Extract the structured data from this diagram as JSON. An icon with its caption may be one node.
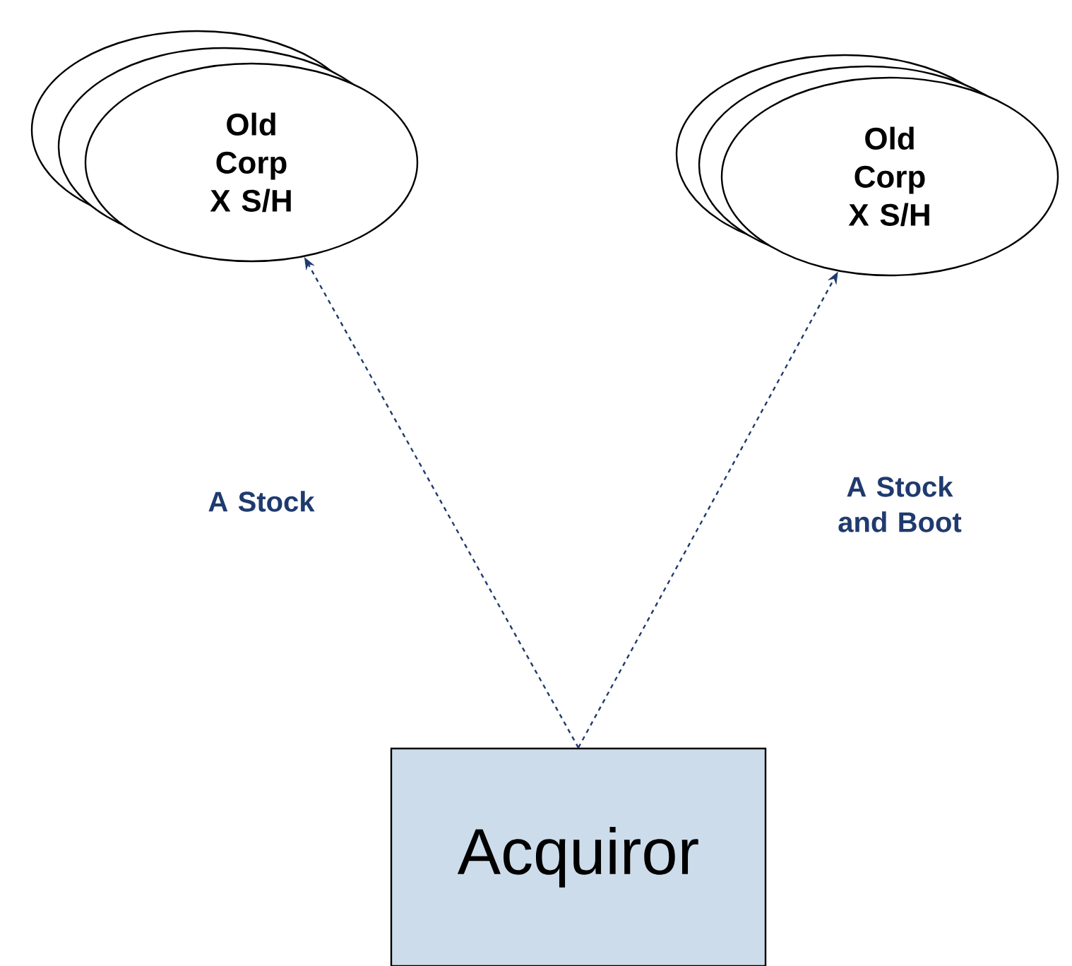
{
  "diagram": {
    "nodes": [
      {
        "text": [
          "Old Corp X S/H"
        ]
      },
      {
        "text": [
          "Old Corp X S/H"
        ]
      },
      {
        "text": [
          "Acquiror"
        ]
      }
    ],
    "edges": [
      {
        "from": 2,
        "to": 0,
        "arrow": "to",
        "style": "dashed",
        "label": "A Stock"
      },
      {
        "from": 2,
        "to": 1,
        "arrow": "to",
        "style": "dashed",
        "label": "A Stock and Boot"
      }
    ]
  }
}
